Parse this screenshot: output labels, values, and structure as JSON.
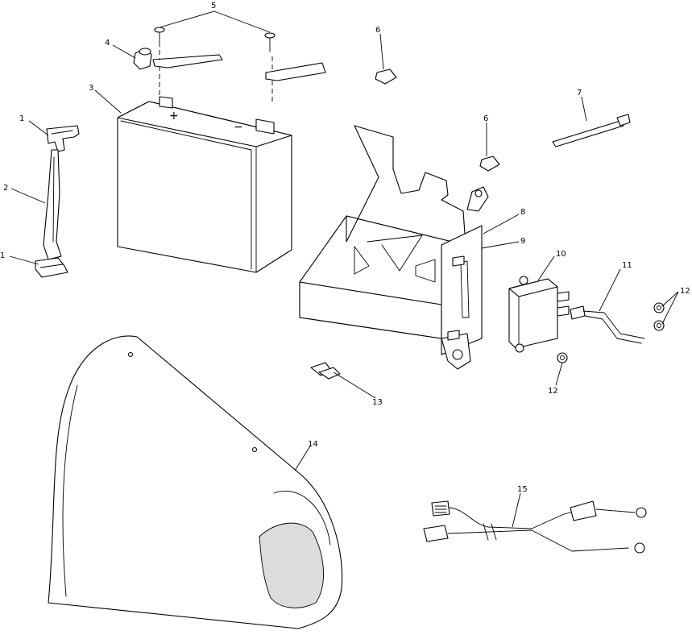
{
  "diagram": {
    "callouts": [
      {
        "id": "c1a",
        "text": "1"
      },
      {
        "id": "c1b",
        "text": "1"
      },
      {
        "id": "c2",
        "text": "2"
      },
      {
        "id": "c3",
        "text": "3"
      },
      {
        "id": "c4",
        "text": "4"
      },
      {
        "id": "c5",
        "text": "5"
      },
      {
        "id": "c6a",
        "text": "6"
      },
      {
        "id": "c6b",
        "text": "6"
      },
      {
        "id": "c7",
        "text": "7"
      },
      {
        "id": "c8",
        "text": "8"
      },
      {
        "id": "c9",
        "text": "9"
      },
      {
        "id": "c10",
        "text": "10"
      },
      {
        "id": "c11",
        "text": "11"
      },
      {
        "id": "c12a",
        "text": "12"
      },
      {
        "id": "c12b",
        "text": "12"
      },
      {
        "id": "c13",
        "text": "13"
      },
      {
        "id": "c14",
        "text": "14"
      },
      {
        "id": "c15",
        "text": "15"
      }
    ],
    "battery_terminals": {
      "positive": "+",
      "negative": "−"
    }
  }
}
